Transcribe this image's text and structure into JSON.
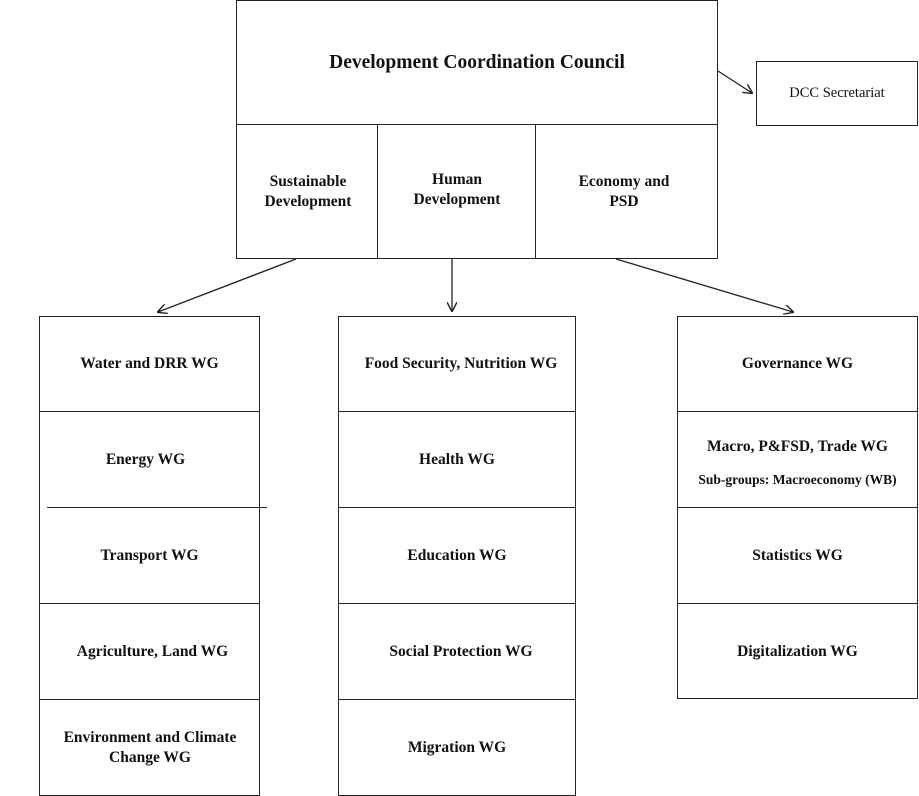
{
  "council": {
    "title": "Development Coordination Council",
    "pillars": [
      {
        "label": "Sustainable Development"
      },
      {
        "label": "Human Development"
      },
      {
        "label": "Economy and PSD"
      }
    ]
  },
  "secretariat": {
    "label": "DCC Secretariat"
  },
  "groups": {
    "sustainable": [
      "Water and DRR WG",
      "Energy WG",
      "Transport WG",
      "Agriculture, Land WG",
      "Environment and Climate Change WG"
    ],
    "human": [
      "Food Security, Nutrition WG",
      "Health WG",
      "Education WG",
      "Social Protection WG",
      "Migration WG"
    ],
    "economy": [
      {
        "label": "Governance WG"
      },
      {
        "label": "Macro, P&FSD, Trade WG",
        "sub": "Sub-groups: Macroeconomy (WB)"
      },
      {
        "label": "Statistics WG"
      },
      {
        "label": "Digitalization WG"
      }
    ]
  }
}
